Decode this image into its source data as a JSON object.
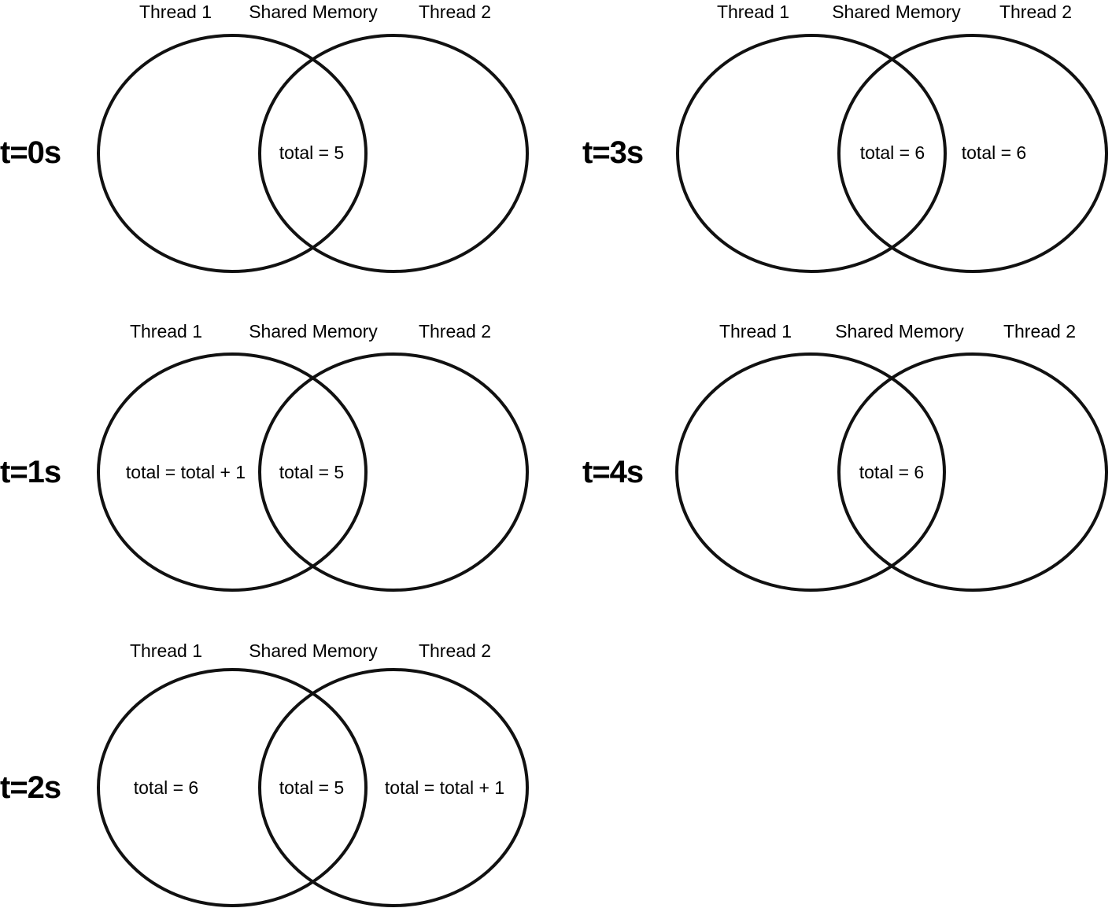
{
  "colors": {
    "ink": "#111111",
    "background": "#ffffff"
  },
  "panels": [
    {
      "time": "t=0s",
      "headers": {
        "left": "Thread 1",
        "center": "Shared Memory",
        "right": "Thread 2"
      },
      "thread1": "",
      "shared": "total = 5",
      "thread2": ""
    },
    {
      "time": "t=1s",
      "headers": {
        "left": "Thread 1",
        "center": "Shared Memory",
        "right": "Thread 2"
      },
      "thread1": "total = total + 1",
      "shared": "total = 5",
      "thread2": ""
    },
    {
      "time": "t=2s",
      "headers": {
        "left": "Thread 1",
        "center": "Shared Memory",
        "right": "Thread 2"
      },
      "thread1": "total = 6",
      "shared": "total = 5",
      "thread2": "total = total + 1"
    },
    {
      "time": "t=3s",
      "headers": {
        "left": "Thread 1",
        "center": "Shared Memory",
        "right": "Thread 2"
      },
      "thread1": "",
      "shared": "total = 6",
      "thread2": "total = 6"
    },
    {
      "time": "t=4s",
      "headers": {
        "left": "Thread 1",
        "center": "Shared Memory",
        "right": "Thread 2"
      },
      "thread1": "",
      "shared": "total = 6",
      "thread2": ""
    }
  ]
}
